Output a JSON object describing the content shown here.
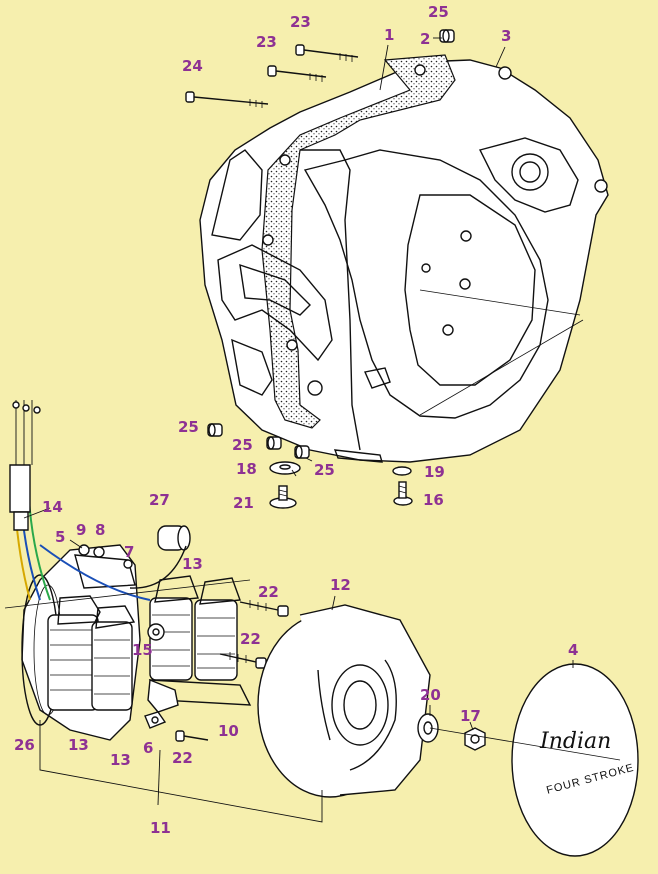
{
  "diagram": {
    "callouts": [
      {
        "id": "c-23a",
        "text": "23"
      },
      {
        "id": "c-25a",
        "text": "25"
      },
      {
        "id": "c-1",
        "text": "1"
      },
      {
        "id": "c-2",
        "text": "2"
      },
      {
        "id": "c-3",
        "text": "3"
      },
      {
        "id": "c-23b",
        "text": "23"
      },
      {
        "id": "c-24",
        "text": "24"
      },
      {
        "id": "c-25b",
        "text": "25"
      },
      {
        "id": "c-25c",
        "text": "25"
      },
      {
        "id": "c-25d",
        "text": "25"
      },
      {
        "id": "c-18",
        "text": "18"
      },
      {
        "id": "c-19",
        "text": "19"
      },
      {
        "id": "c-21",
        "text": "21"
      },
      {
        "id": "c-16",
        "text": "16"
      },
      {
        "id": "c-27",
        "text": "27"
      },
      {
        "id": "c-14",
        "text": "14"
      },
      {
        "id": "c-5",
        "text": "5"
      },
      {
        "id": "c-9",
        "text": "9"
      },
      {
        "id": "c-8",
        "text": "8"
      },
      {
        "id": "c-7",
        "text": "7"
      },
      {
        "id": "c-13a",
        "text": "13"
      },
      {
        "id": "c-12",
        "text": "12"
      },
      {
        "id": "c-22a",
        "text": "22"
      },
      {
        "id": "c-22b",
        "text": "22"
      },
      {
        "id": "c-15",
        "text": "15"
      },
      {
        "id": "c-4",
        "text": "4"
      },
      {
        "id": "c-20",
        "text": "20"
      },
      {
        "id": "c-17",
        "text": "17"
      },
      {
        "id": "c-26",
        "text": "26"
      },
      {
        "id": "c-13b",
        "text": "13"
      },
      {
        "id": "c-6",
        "text": "6"
      },
      {
        "id": "c-10",
        "text": "10"
      },
      {
        "id": "c-13c",
        "text": "13"
      },
      {
        "id": "c-22c",
        "text": "22"
      },
      {
        "id": "c-11",
        "text": "11"
      }
    ],
    "cover": {
      "script": "Indian",
      "print": "FOUR STROKE"
    }
  }
}
